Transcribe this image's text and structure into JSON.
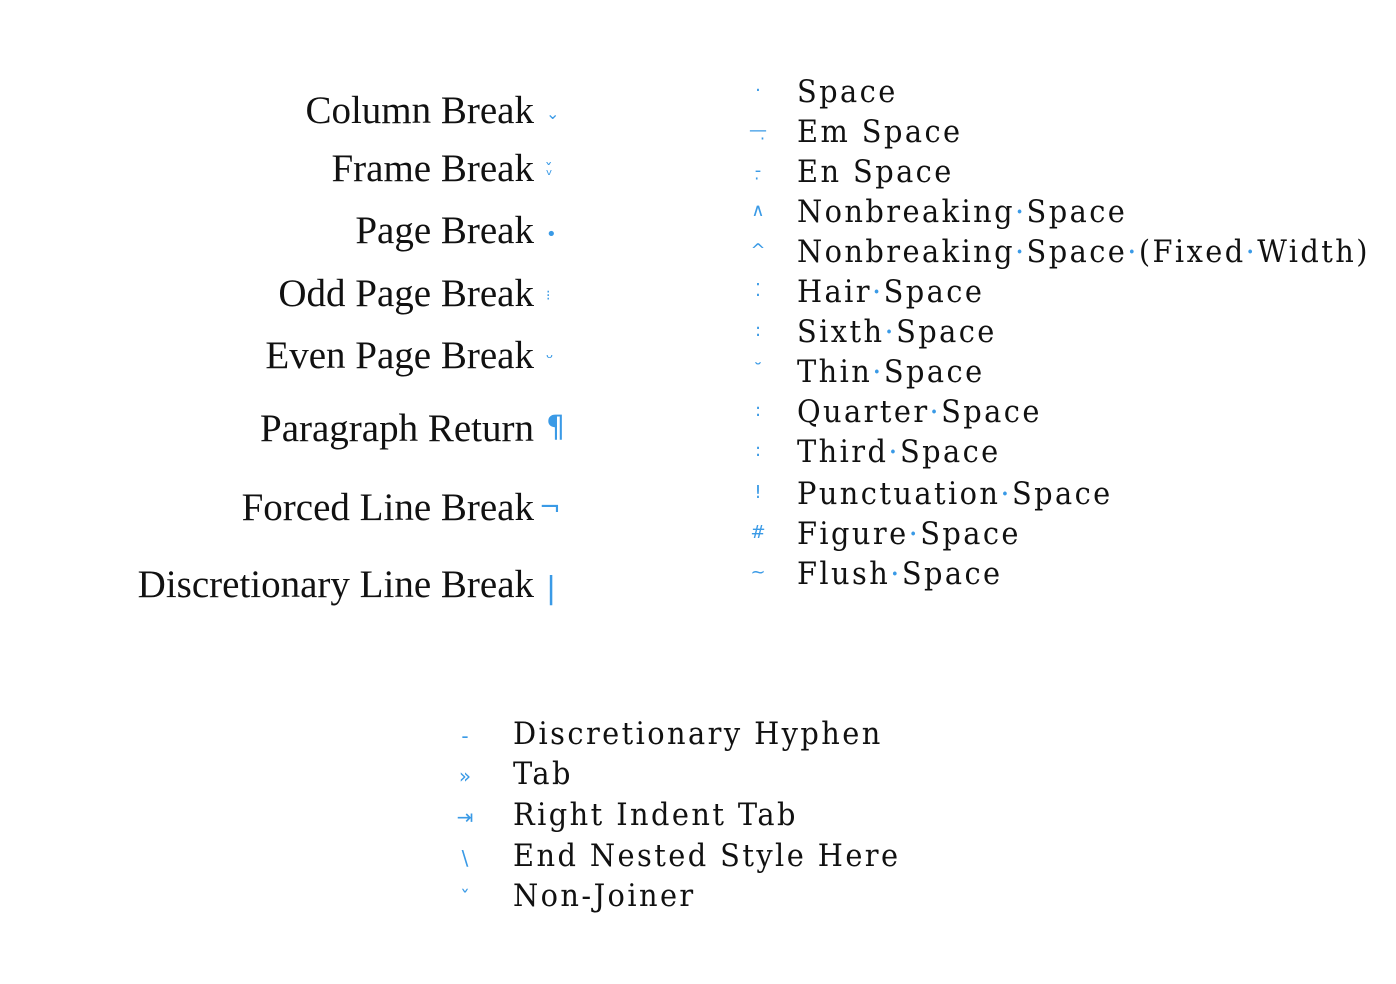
{
  "breaks": [
    {
      "label": "Column Break",
      "icon": "column-break-icon",
      "glyph": "⌄"
    },
    {
      "label": "Frame Break",
      "icon": "frame-break-icon",
      "glyph": "ᵥ̌"
    },
    {
      "label": "Page Break",
      "icon": "page-break-icon",
      "glyph": "•"
    },
    {
      "label": "Odd Page Break",
      "icon": "odd-page-break-icon",
      "glyph": "⁝"
    },
    {
      "label": "Even Page Break",
      "icon": "even-page-break-icon",
      "glyph": "ᵕ"
    },
    {
      "label": "Paragraph Return",
      "icon": "pilcrow-icon",
      "glyph": "¶"
    },
    {
      "label": "Forced Line Break",
      "icon": "not-sign-icon",
      "glyph": "¬"
    },
    {
      "label": "Discretionary Line Break",
      "icon": "vertical-bar-icon",
      "glyph": "|"
    }
  ],
  "spaces": [
    {
      "label": "Space",
      "icon": "space-dot-icon",
      "glyph": "·"
    },
    {
      "label": "Em Space",
      "icon": "em-space-icon",
      "glyph": "—̣"
    },
    {
      "label": "En Space",
      "icon": "en-space-icon",
      "glyph": "-̣"
    },
    {
      "label": "Nonbreaking·Space",
      "icon": "caret-icon",
      "glyph": "∧"
    },
    {
      "label": "Nonbreaking·Space·(Fixed·Width)",
      "icon": "fixed-caret-icon",
      "glyph": "^"
    },
    {
      "label": "Hair·Space",
      "icon": "hair-space-icon",
      "glyph": "⁚"
    },
    {
      "label": "Sixth·Space",
      "icon": "sixth-space-icon",
      "glyph": ":"
    },
    {
      "label": "Thin·Space",
      "icon": "thin-space-icon",
      "glyph": "˘"
    },
    {
      "label": "Quarter·Space",
      "icon": "quarter-space-icon",
      "glyph": ":"
    },
    {
      "label": "Third·Space",
      "icon": "third-space-icon",
      "glyph": ":"
    },
    {
      "label": "Punctuation·Space",
      "icon": "exclamation-icon",
      "glyph": "!"
    },
    {
      "label": "Figure·Space",
      "icon": "hash-icon",
      "glyph": "#"
    },
    {
      "label": "Flush·Space",
      "icon": "tilde-icon",
      "glyph": "~"
    }
  ],
  "misc": [
    {
      "label": "Discretionary Hyphen",
      "icon": "hyphen-icon",
      "glyph": "-"
    },
    {
      "label": "Tab",
      "icon": "tab-icon",
      "glyph": "»"
    },
    {
      "label": "Right Indent Tab",
      "icon": "right-indent-tab-icon",
      "glyph": "⇥"
    },
    {
      "label": "End Nested Style Here",
      "icon": "backslash-icon",
      "glyph": "\\"
    },
    {
      "label": "Non-Joiner",
      "icon": "non-joiner-icon",
      "glyph": "ˇ"
    }
  ],
  "colors": {
    "accent": "#3a9ae6",
    "text": "#111111"
  }
}
